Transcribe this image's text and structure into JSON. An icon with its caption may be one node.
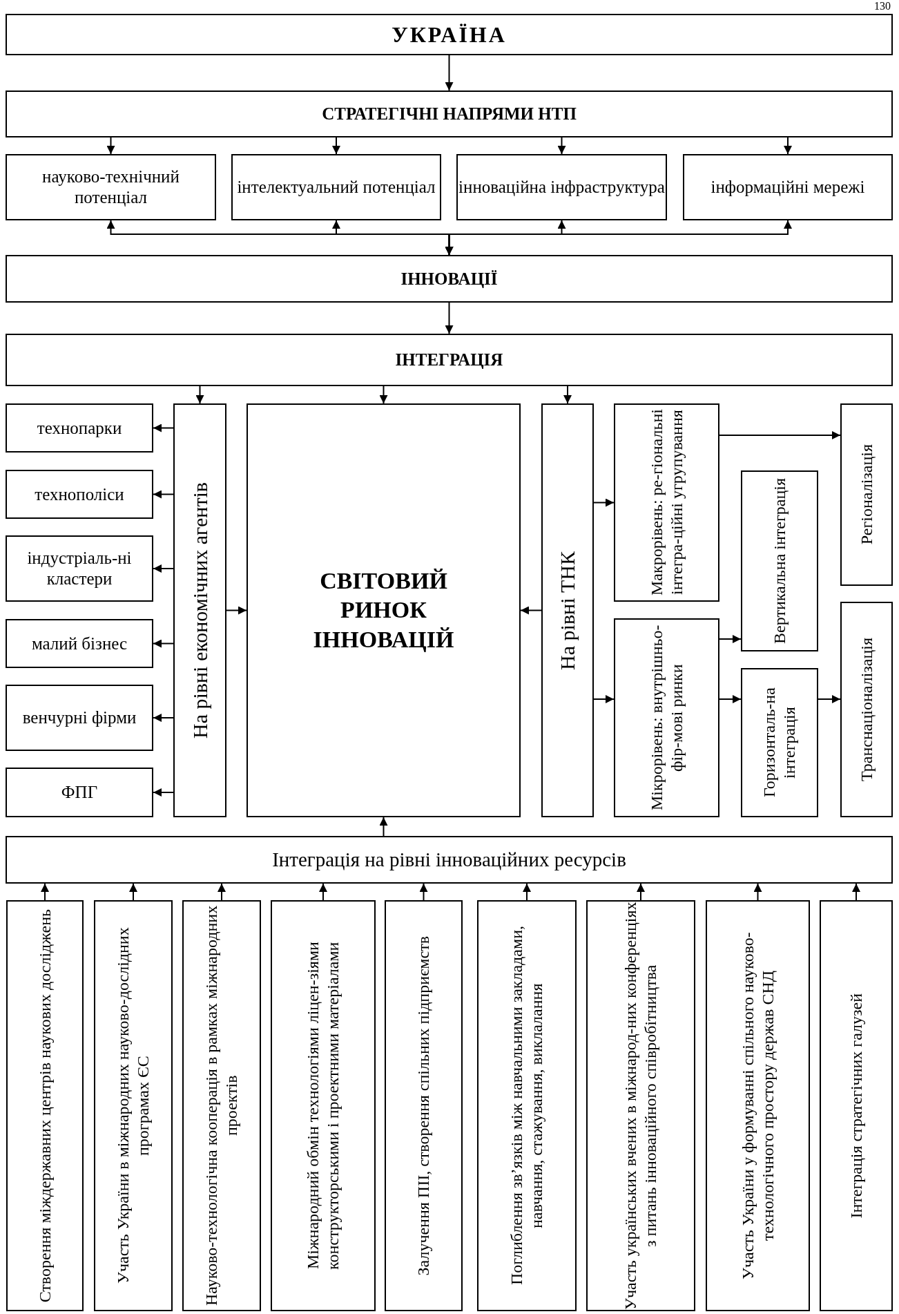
{
  "diagram": {
    "nodes": [
      {
        "text": [
          "УКРАЇНА"
        ]
      },
      {
        "text": [
          "СТРАТЕГІЧНІ НАПРЯМИ НТП"
        ]
      },
      {
        "text": [
          "науково-технічний потенціал"
        ]
      },
      {
        "text": [
          "інтелектуальний потенціал"
        ]
      },
      {
        "text": [
          "інноваційна інфраструктура"
        ]
      },
      {
        "text": [
          "інформаційні мережі"
        ]
      },
      {
        "text": [
          "ІННОВАЦІЇ"
        ]
      },
      {
        "text": [
          "ІНТЕГРАЦІЯ"
        ]
      },
      {
        "text": [
          "технопарки"
        ]
      },
      {
        "text": [
          "технополіси"
        ]
      },
      {
        "text": [
          "індустріаль-ні кластери"
        ]
      },
      {
        "text": [
          "малий бізнес"
        ]
      },
      {
        "text": [
          "венчурні фірми"
        ]
      },
      {
        "text": [
          "ФПГ"
        ]
      },
      {
        "text": [
          "На рівні економічних агентів"
        ]
      },
      {
        "text": [
          "СВІТОВИЙ РИНОК ІННОВАЦІЙ"
        ]
      },
      {
        "text": [
          "На рівні ТНК"
        ]
      },
      {
        "text": [
          "Макрорівень: ре-гіональні інтегра-ційні угрупування"
        ]
      },
      {
        "text": [
          "Регіоналізація"
        ]
      },
      {
        "text": [
          "Вертикальна інтеграція"
        ]
      },
      {
        "text": [
          "Мікрорівень: внутрішньо-фір-мові ринки"
        ]
      },
      {
        "text": [
          "Горизонталь-на інтеграція"
        ]
      },
      {
        "text": [
          "Транснаціоналізація"
        ]
      },
      {
        "text": [
          "Інтеграція на рівні інноваційних ресурсів"
        ]
      },
      {
        "text": [
          "Створення міждержавних центрів наукових досліджень"
        ]
      },
      {
        "text": [
          "Участь України в міжнародних науково-дослідних програмах ЄС"
        ]
      },
      {
        "text": [
          "Науково-технологічна кооперація в рамках міжнародних проектів"
        ]
      },
      {
        "text": [
          "Міжнародний обмін технологіями ліцен-зіями конструкторськими і проектними матеріалами"
        ]
      },
      {
        "text": [
          "Залучення ПІІ, створення спільних підприємств"
        ]
      },
      {
        "text": [
          "Поглиблення зв’язків між навчальними закладами, навчання, стажування, виклалання"
        ]
      },
      {
        "text": [
          "Участь українських вчених в міжнарод-них конференціях з питань інноваційного співробітництва"
        ]
      },
      {
        "text": [
          "Участь України у формуванні спільного науково-технологічного простору держав СНД"
        ]
      },
      {
        "text": [
          "Інтеграція стратегічних галузей"
        ]
      }
    ],
    "edges": [
      {
        "from": 0,
        "to": 1,
        "arrow": "to"
      },
      {
        "from": 1,
        "to": 2,
        "arrow": "to"
      },
      {
        "from": 1,
        "to": 3,
        "arrow": "to"
      },
      {
        "from": 1,
        "to": 4,
        "arrow": "to"
      },
      {
        "from": 1,
        "to": 5,
        "arrow": "to"
      },
      {
        "from": 6,
        "to": 2,
        "arrow": "both"
      },
      {
        "from": 6,
        "to": 3,
        "arrow": "both"
      },
      {
        "from": 6,
        "to": 4,
        "arrow": "both"
      },
      {
        "from": 6,
        "to": 5,
        "arrow": "both"
      },
      {
        "from": 6,
        "to": 7,
        "arrow": "to"
      },
      {
        "from": 7,
        "to": 14,
        "arrow": "to"
      },
      {
        "from": 7,
        "to": 15,
        "arrow": "to"
      },
      {
        "from": 7,
        "to": 16,
        "arrow": "to"
      },
      {
        "from": 14,
        "to": 8,
        "arrow": "to"
      },
      {
        "from": 14,
        "to": 9,
        "arrow": "to"
      },
      {
        "from": 14,
        "to": 10,
        "arrow": "to"
      },
      {
        "from": 14,
        "to": 11,
        "arrow": "to"
      },
      {
        "from": 14,
        "to": 12,
        "arrow": "to"
      },
      {
        "from": 14,
        "to": 13,
        "arrow": "to"
      },
      {
        "from": 14,
        "to": 15,
        "arrow": "to"
      },
      {
        "from": 16,
        "to": 15,
        "arrow": "to"
      },
      {
        "from": 16,
        "to": 17,
        "arrow": "to"
      },
      {
        "from": 16,
        "to": 20,
        "arrow": "to"
      },
      {
        "from": 17,
        "to": 18,
        "arrow": "to"
      },
      {
        "from": 20,
        "to": 19,
        "arrow": "to"
      },
      {
        "from": 20,
        "to": 21,
        "arrow": "to"
      },
      {
        "from": 21,
        "to": 22,
        "arrow": "to"
      },
      {
        "from": 23,
        "to": 15,
        "arrow": "to"
      },
      {
        "from": 24,
        "to": 23,
        "arrow": "to"
      },
      {
        "from": 25,
        "to": 23,
        "arrow": "to"
      },
      {
        "from": 26,
        "to": 23,
        "arrow": "to"
      },
      {
        "from": 27,
        "to": 23,
        "arrow": "to"
      },
      {
        "from": 28,
        "to": 23,
        "arrow": "to"
      },
      {
        "from": 29,
        "to": 23,
        "arrow": "to"
      },
      {
        "from": 30,
        "to": 23,
        "arrow": "to"
      },
      {
        "from": 31,
        "to": 23,
        "arrow": "to"
      },
      {
        "from": 32,
        "to": 23,
        "arrow": "to"
      }
    ],
    "labels": [
      "130"
    ]
  }
}
